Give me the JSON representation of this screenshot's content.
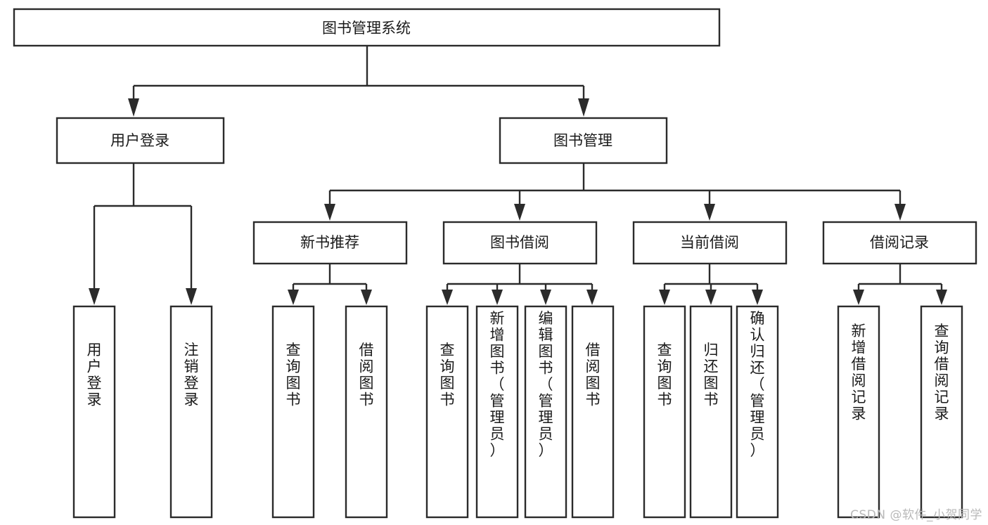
{
  "diagram": {
    "type": "tree",
    "title": "图书管理系统",
    "orientation": "top-down",
    "watermark": "CSDN @软件_小贺同学",
    "colors": {
      "box_stroke": "#2b2b2b",
      "box_fill": "#ffffff",
      "text": "#1a1a1a",
      "background": "#ffffff",
      "watermark": "#b9b9b9"
    },
    "levels": {
      "root": {
        "label": "图书管理系统"
      },
      "level2": [
        {
          "label": "用户登录"
        },
        {
          "label": "图书管理"
        }
      ],
      "level3": [
        {
          "label": "新书推荐"
        },
        {
          "label": "图书借阅"
        },
        {
          "label": "当前借阅"
        },
        {
          "label": "借阅记录"
        }
      ],
      "leaves": [
        {
          "label": "用户登录",
          "parent": "用户登录"
        },
        {
          "label": "注销登录",
          "parent": "用户登录"
        },
        {
          "label": "查询图书",
          "parent": "新书推荐"
        },
        {
          "label": "借阅图书",
          "parent": "新书推荐"
        },
        {
          "label": "查询图书",
          "parent": "图书借阅"
        },
        {
          "label": "新增图书（管理员）",
          "parent": "图书借阅"
        },
        {
          "label": "编辑图书（管理员）",
          "parent": "图书借阅"
        },
        {
          "label": "借阅图书",
          "parent": "图书借阅"
        },
        {
          "label": "查询图书",
          "parent": "当前借阅"
        },
        {
          "label": "归还图书",
          "parent": "当前借阅"
        },
        {
          "label": "确认归还（管理员）",
          "parent": "当前借阅"
        },
        {
          "label": "新增借阅记录",
          "parent": "借阅记录"
        },
        {
          "label": "查询借阅记录",
          "parent": "借阅记录"
        }
      ]
    }
  }
}
